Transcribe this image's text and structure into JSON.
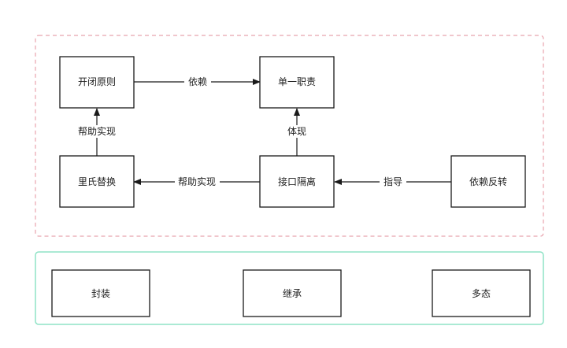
{
  "principles": {
    "open_closed": "开闭原则",
    "single_responsibility": "单一职责",
    "liskov_substitution": "里氏替换",
    "interface_segregation": "接口隔离",
    "dependency_inversion": "依赖反转"
  },
  "edges": {
    "open_closed_to_single": "依赖",
    "liskov_to_open_closed": "帮助实现",
    "interface_to_liskov": "帮助实现",
    "interface_to_single": "体现",
    "dependency_to_interface": "指导"
  },
  "oop": {
    "encapsulation": "封装",
    "inheritance": "继承",
    "polymorphism": "多态"
  },
  "colors": {
    "principles_border": "#e8a3ad",
    "oop_border": "#8fe3c6",
    "node_border": "#1a1a1a",
    "line": "#1a1a1a",
    "text": "#222222"
  }
}
